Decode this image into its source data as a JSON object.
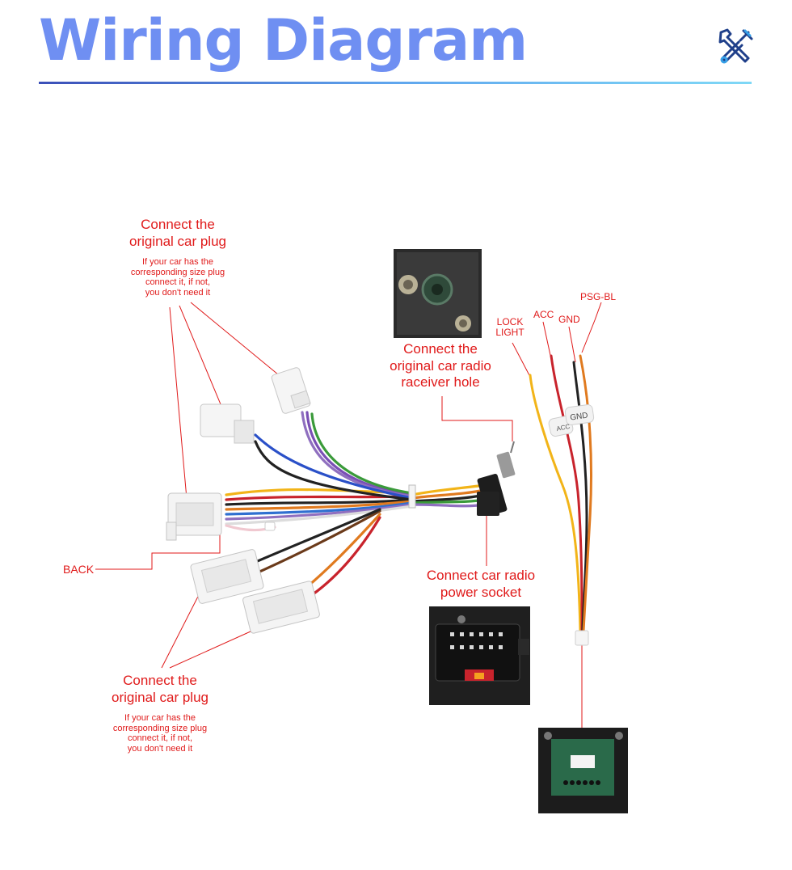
{
  "header": {
    "title": "Wiring Diagram",
    "icon": "tools-icon",
    "accent": "#6f8ff2"
  },
  "labels": {
    "top_plug_title": [
      "Connect the",
      "original car plug"
    ],
    "top_plug_note": [
      "If your car has the",
      "corresponding size plug",
      "connect it, if not,",
      "you don't need it"
    ],
    "bottom_plug_title": [
      "Connect the",
      "original car plug"
    ],
    "bottom_plug_note": [
      "If your car has the",
      "corresponding size plug",
      "connect it, if not,",
      "you don't need it"
    ],
    "back": "BACK",
    "radio_hole": [
      "Connect the",
      "original car radio",
      "raceiver hole"
    ],
    "power_socket": [
      "Connect car radio",
      "power socket"
    ],
    "lock_light": [
      "LOCK",
      "LIGHT"
    ],
    "acc": "ACC",
    "gnd": "GND",
    "psg_bl": "PSG-BL",
    "wire_tag_gnd": "GND",
    "wire_tag_acc": "ACC"
  },
  "colors": {
    "label_red": "#e01a1a",
    "wire_yellow": "#f2b418",
    "wire_red": "#c8232c",
    "wire_black": "#222222",
    "wire_orange": "#e07a1f"
  }
}
